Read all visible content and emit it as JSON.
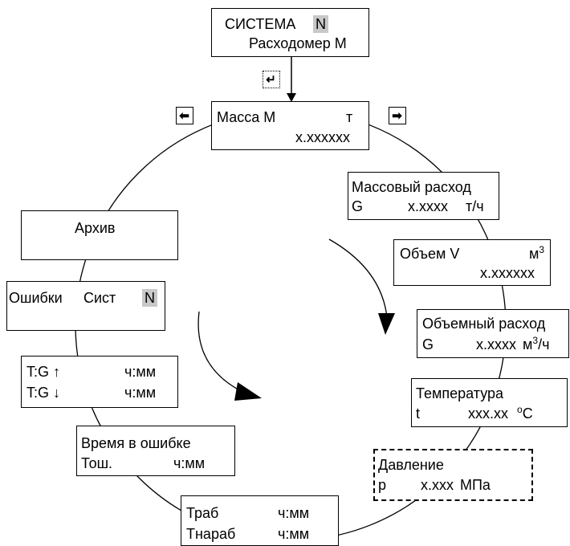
{
  "system": {
    "title": "СИСТЕМА",
    "badge": "N",
    "subtitle": "Расходомер М"
  },
  "keys": {
    "enter": "↵",
    "left": "⬅",
    "right": "➡"
  },
  "mass": {
    "label": "Масса М",
    "unit": "т",
    "value": "x.xxxxxx"
  },
  "mass_flow": {
    "label": "Массовый расход",
    "symbol": "G",
    "value": "x.xxxx",
    "unit": "т/ч"
  },
  "volume": {
    "label": "Объем V",
    "unit_base": "м",
    "unit_sup": "3",
    "value": "x.xxxxxx"
  },
  "volume_flow": {
    "label": "Объемный расход",
    "symbol": "G",
    "value": "x.xxxx",
    "unit_base": "м",
    "unit_sup": "3",
    "unit_tail": "/ч"
  },
  "temperature": {
    "label": "Температура",
    "symbol": "t",
    "value": "xxx.xx",
    "unit_sup": "о",
    "unit_tail": "С"
  },
  "pressure": {
    "label": "Давление",
    "symbol": "p",
    "value": "x.xxx",
    "unit": "МПа"
  },
  "work_time": {
    "row1_label": "Траб",
    "row1_value": "ч:мм",
    "row2_label": "Тнараб",
    "row2_value": "ч:мм"
  },
  "error_time": {
    "label": "Время в ошибке",
    "symbol": "Тош.",
    "value": "ч:мм"
  },
  "tg": {
    "row1": "T:G ↑",
    "row1_value": "ч:мм",
    "row2": "T:G ↓",
    "row2_value": "ч:мм"
  },
  "errors": {
    "label": "Ошибки",
    "label2": "Сист",
    "badge": "N"
  },
  "archive": {
    "label": "Архив"
  }
}
